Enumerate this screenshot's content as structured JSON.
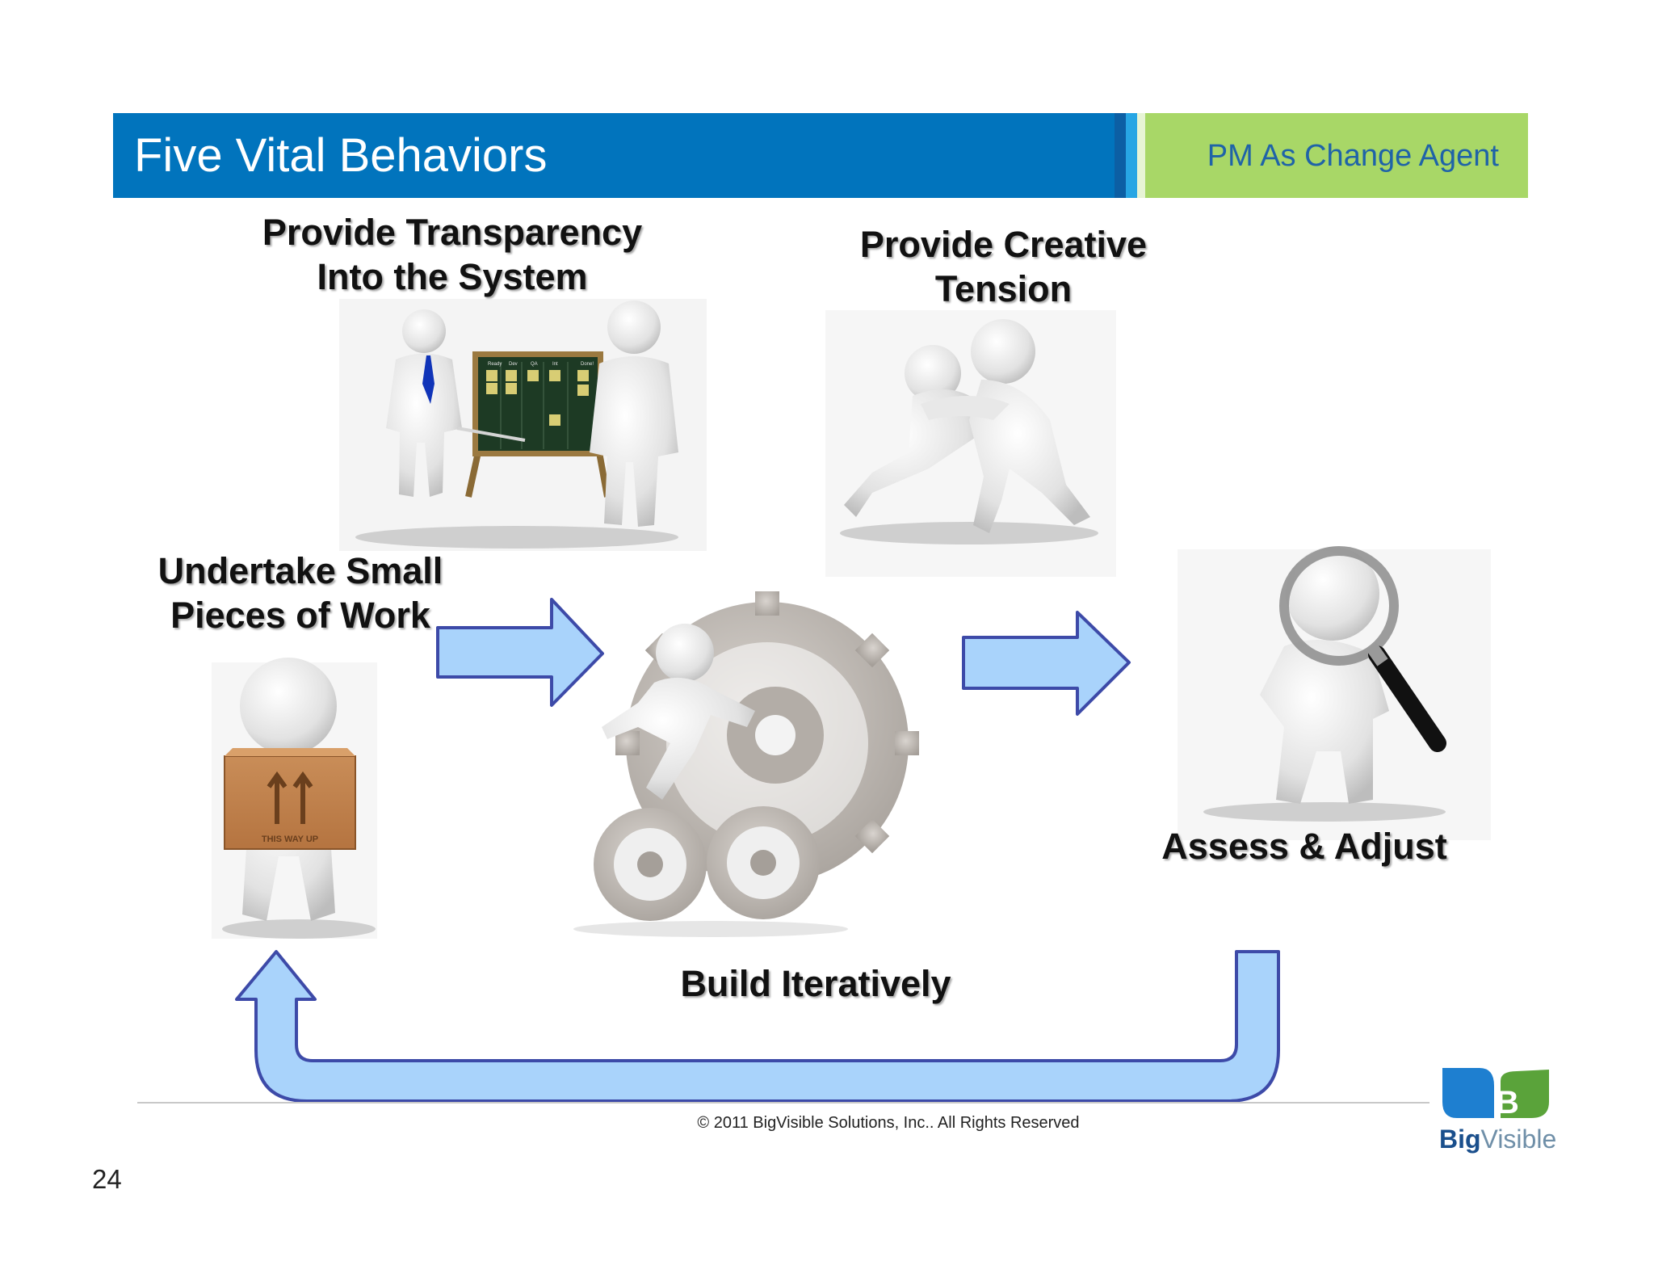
{
  "header": {
    "title": "Five Vital Behaviors",
    "section": "PM As Change Agent"
  },
  "behaviors": {
    "transparency": [
      "Provide Transparency",
      "Into the System"
    ],
    "creative_tension": [
      "Provide Creative",
      "Tension"
    ],
    "small_pieces": [
      "Undertake Small",
      "Pieces of Work"
    ],
    "build": "Build Iteratively",
    "assess": "Assess & Adjust"
  },
  "board_columns": [
    "Ready",
    "Dev",
    "QA",
    "Int",
    "Done!"
  ],
  "box_text": "THIS WAY UP",
  "footer": {
    "copyright": "© 2011 BigVisible Solutions, Inc.. All Rights Reserved",
    "page_number": "24"
  },
  "logo": {
    "letter": "B",
    "word_bold": "Big",
    "word_light": "Visible"
  },
  "colors": {
    "title_bar": "#0174bd",
    "section_bar": "#a8d767",
    "arrow_fill": "#a9d3fb",
    "arrow_stroke": "#3d4aa8"
  }
}
